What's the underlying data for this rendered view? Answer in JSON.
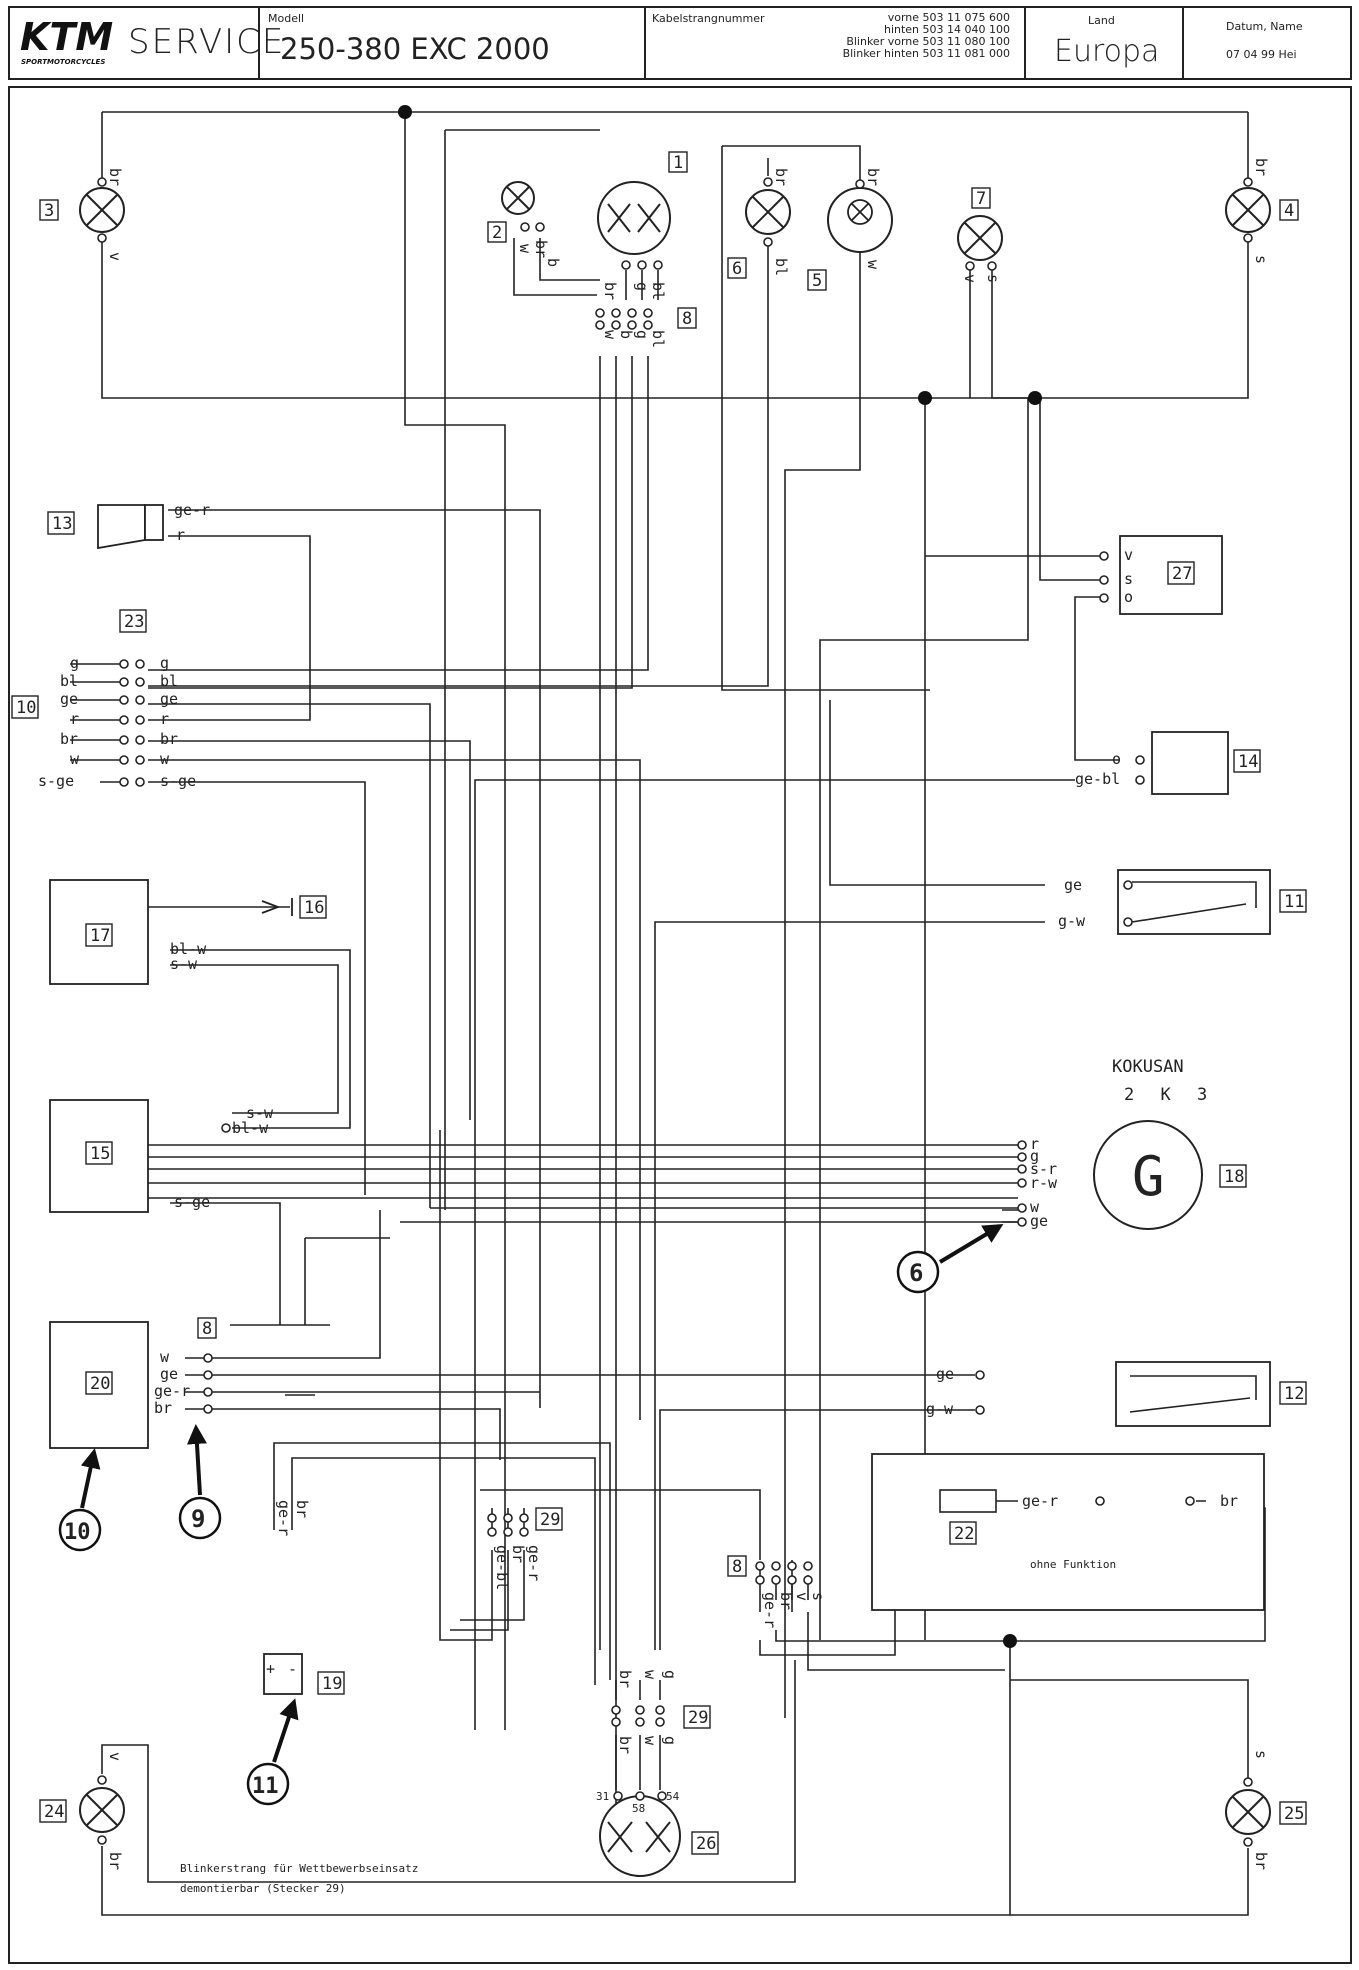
{
  "header": {
    "brand": "KTM",
    "brand_sub": "SPORTMOTORCYCLES",
    "service": "SERVICE",
    "model_caption": "Modell",
    "model": "250-380 EXC 2000",
    "harness_caption": "Kabelstrangnummer",
    "harness_lines": [
      "vorne 503 11 075 600",
      "hinten 503 14 040 100",
      "Blinker vorne 503 11 080 100",
      "Blinker hinten 503 11 081 000"
    ],
    "country_caption": "Land",
    "country": "Europa",
    "date_caption": "Datum, Name",
    "date": "07 04 99 Hei"
  },
  "components": {
    "c1": "1",
    "c2": "2",
    "c3": "3",
    "c4": "4",
    "c5": "5",
    "c6": "6",
    "c7": "7",
    "c8a": "8",
    "c8b": "8",
    "c8c": "8",
    "c10": "10",
    "c11": "11",
    "c12": "12",
    "c13": "13",
    "c14": "14",
    "c15": "15",
    "c16": "16",
    "c17": "17",
    "c18": "18",
    "c19": "19",
    "c20": "20",
    "c22": "22",
    "c23": "23",
    "c24": "24",
    "c25": "25",
    "c26": "26",
    "c27": "27",
    "c29a": "29",
    "c29b": "29"
  },
  "wire_labels": {
    "br": "br",
    "v": "v",
    "s": "s",
    "w": "w",
    "b": "b",
    "g": "g",
    "bl": "bl",
    "ge": "ge",
    "r": "r",
    "o": "o",
    "ge_r": "ge-r",
    "s_ge": "s-ge",
    "ge_bl": "ge-bl",
    "g_w": "g-w",
    "bl_w": "bl-w",
    "s_w": "s-w",
    "s_r": "s-r",
    "r_w": "r-w",
    "plus": "+",
    "minus": "-"
  },
  "pins": {
    "p31": "31",
    "p58": "58",
    "p54": "54"
  },
  "generator": {
    "letter": "G",
    "maker": "KOKUSAN",
    "type": "2 K 3"
  },
  "notes": {
    "ohne_funktion": "ohne Funktion",
    "blinker_line1": "Blinkerstrang für Wettbewerbseinsatz",
    "blinker_line2": "demontierbar (Stecker 29)"
  },
  "callouts": {
    "k6": "6",
    "k9": "9",
    "k10": "10",
    "k11": "11"
  }
}
